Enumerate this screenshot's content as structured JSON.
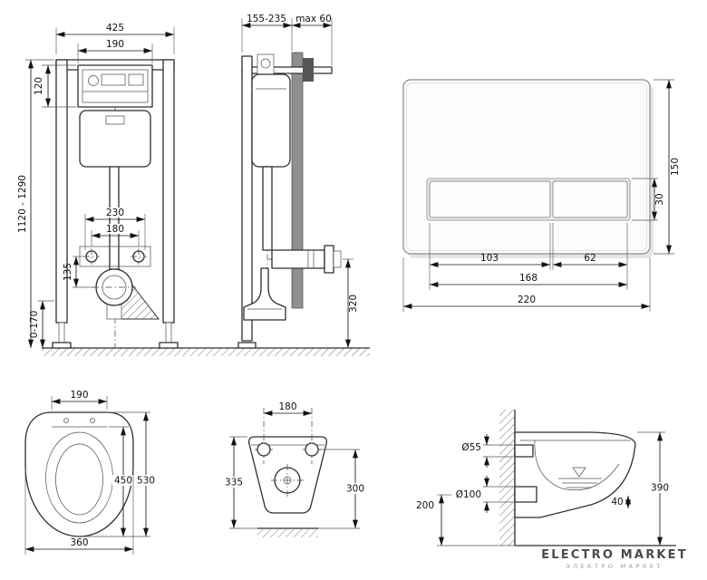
{
  "frame_front": {
    "width_total": "425",
    "tank_width": "190",
    "tank_height": "120",
    "frame_height": "1120 - 1290",
    "fixing_width_outer": "230",
    "fixing_width_inner": "180",
    "outlet_offset": "135",
    "feet_adjust": "0-170"
  },
  "frame_side": {
    "depth_range": "155-235",
    "bracket_max": "max 60",
    "outlet_height": "320"
  },
  "flush_plate": {
    "plate_height": "150",
    "button_height": "30",
    "big_button_width": "103",
    "small_button_width": "62",
    "buttons_width": "168",
    "plate_width": "220"
  },
  "bowl_top": {
    "back_width": "190",
    "seat_depth": "450",
    "bowl_length": "530",
    "bowl_width": "360"
  },
  "bowl_front": {
    "fixing_spacing": "180",
    "height_left": "335",
    "height_right": "300"
  },
  "bowl_side": {
    "inlet_diameter": "Ø55",
    "outlet_diameter": "Ø100",
    "outlet_height": "200",
    "height": "390",
    "front_detail": "40"
  },
  "logo": {
    "name": "ELECTRO MARKET",
    "tagline": "ЭЛЕКТРО МАРКЕТ"
  }
}
